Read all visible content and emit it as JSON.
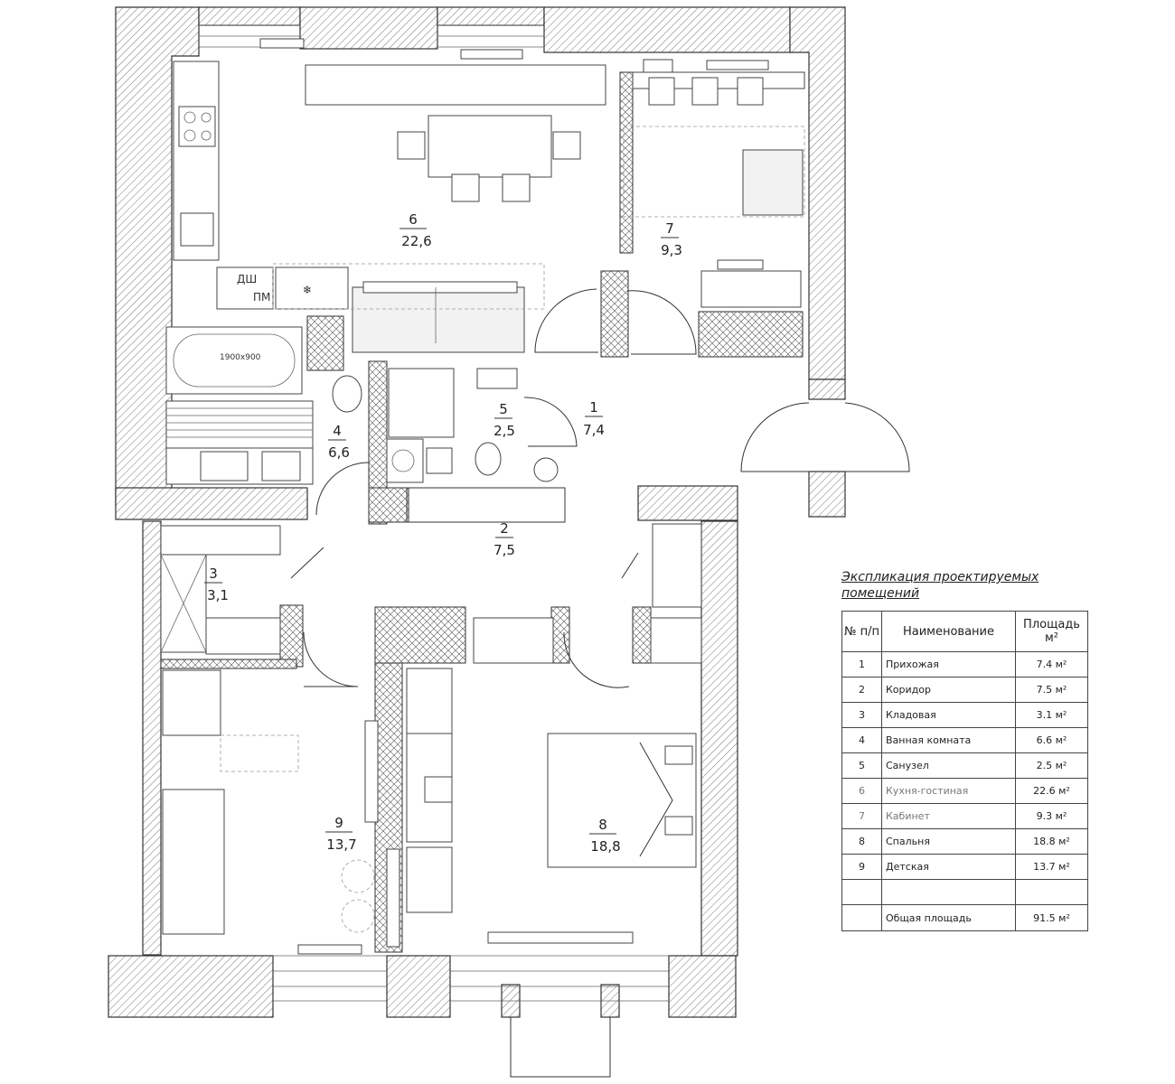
{
  "rooms": [
    {
      "id": "1",
      "area": "7,4"
    },
    {
      "id": "2",
      "area": "7,5"
    },
    {
      "id": "3",
      "area": "3,1"
    },
    {
      "id": "4",
      "area": "6,6"
    },
    {
      "id": "5",
      "area": "2,5"
    },
    {
      "id": "6",
      "area": "22,6"
    },
    {
      "id": "7",
      "area": "9,3"
    },
    {
      "id": "8",
      "area": "18,8"
    },
    {
      "id": "9",
      "area": "13,7"
    }
  ],
  "fixtures": {
    "bathtub_size": "1900x900",
    "shower_label": "ДШ",
    "dishwasher_label": "ПМ"
  },
  "explication": {
    "caption_line1": "Экспликация проектируемых",
    "caption_line2": "помещений",
    "headers": {
      "num": "№ п/п",
      "name": "Наименование",
      "area": "Площадь м²"
    },
    "rows": [
      {
        "num": "1",
        "name": "Прихожая",
        "area": "7.4 м²"
      },
      {
        "num": "2",
        "name": "Коридор",
        "area": "7.5 м²"
      },
      {
        "num": "3",
        "name": "Кладовая",
        "area": "3.1 м²"
      },
      {
        "num": "4",
        "name": "Ванная комната",
        "area": "6.6 м²"
      },
      {
        "num": "5",
        "name": "Санузел",
        "area": "2.5 м²"
      },
      {
        "num": "6",
        "name": "Кухня-гостиная",
        "area": "22.6 м²"
      },
      {
        "num": "7",
        "name": "Кабинет",
        "area": "9.3 м²"
      },
      {
        "num": "8",
        "name": "Спальня",
        "area": "18.8 м²"
      },
      {
        "num": "9",
        "name": "Детская",
        "area": "13.7 м²"
      }
    ],
    "total_label": "Общая площадь",
    "total_area": "91.5 м²"
  }
}
